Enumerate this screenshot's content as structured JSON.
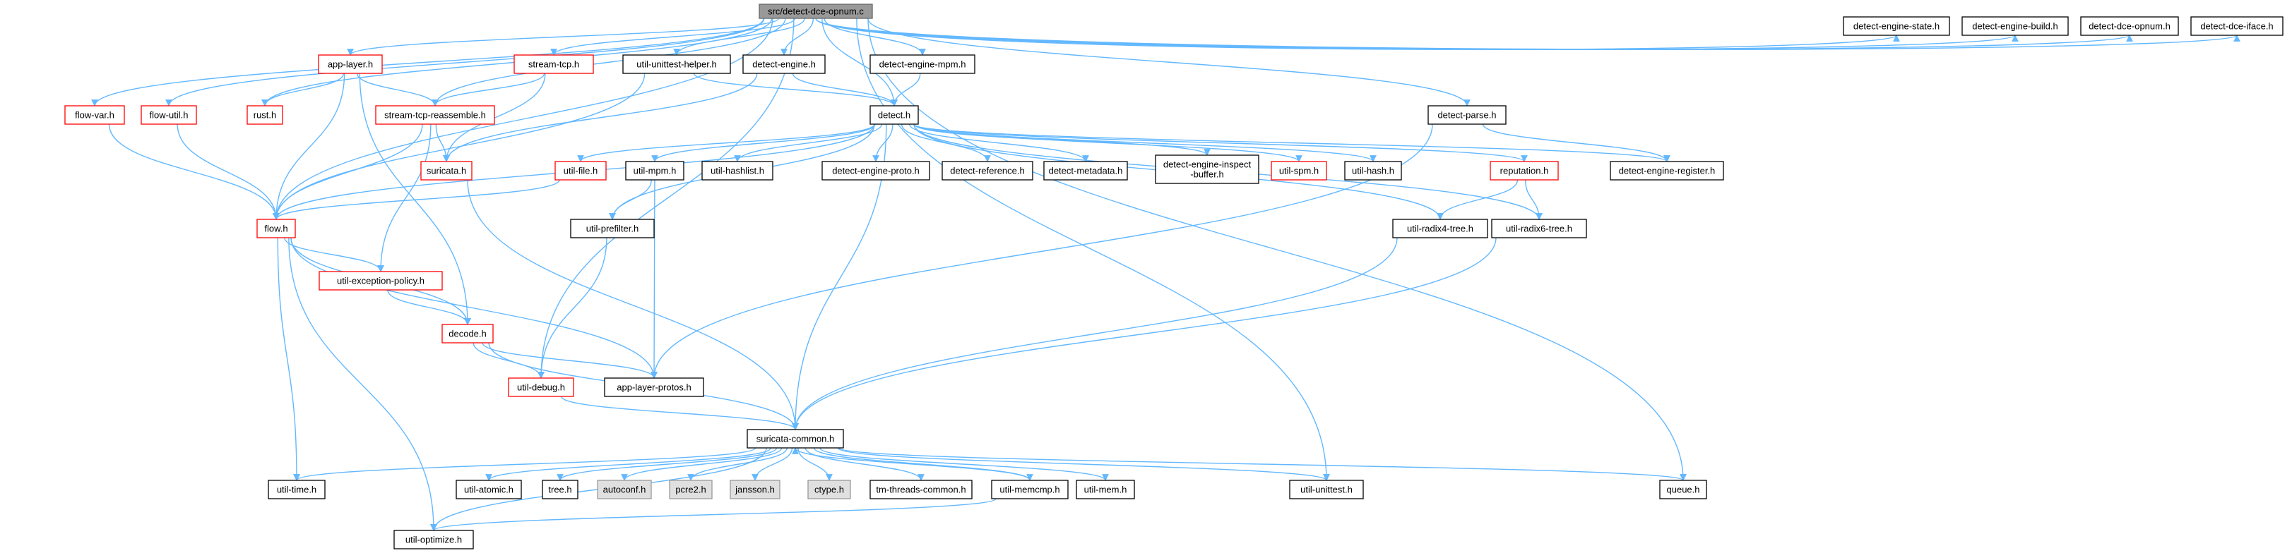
{
  "colors": {
    "edge": "#63b8ff",
    "root_fill": "#999999",
    "root_stroke": "#666666",
    "plain_stroke": "#000000",
    "incomplete_stroke": "#ff0000",
    "external_fill": "#e0e0e0",
    "external_stroke": "#999999",
    "text": "#000000"
  },
  "nodes": [
    {
      "id": "root",
      "label": "src/detect-dce-opnum.c",
      "style": "root"
    },
    {
      "id": "detect_engine_state",
      "label": "detect-engine-state.h",
      "style": "plain"
    },
    {
      "id": "detect_engine_build",
      "label": "detect-engine-build.h",
      "style": "plain"
    },
    {
      "id": "detect_dce_opnum",
      "label": "detect-dce-opnum.h",
      "style": "plain"
    },
    {
      "id": "detect_dce_iface",
      "label": "detect-dce-iface.h",
      "style": "plain"
    },
    {
      "id": "app_layer",
      "label": "app-layer.h",
      "style": "incomplete"
    },
    {
      "id": "stream_tcp",
      "label": "stream-tcp.h",
      "style": "incomplete"
    },
    {
      "id": "util_unittest_helper",
      "label": "util-unittest-helper.h",
      "style": "plain"
    },
    {
      "id": "detect_engine",
      "label": "detect-engine.h",
      "style": "plain"
    },
    {
      "id": "detect_engine_mpm",
      "label": "detect-engine-mpm.h",
      "style": "plain"
    },
    {
      "id": "flow_var",
      "label": "flow-var.h",
      "style": "incomplete"
    },
    {
      "id": "flow_util",
      "label": "flow-util.h",
      "style": "incomplete"
    },
    {
      "id": "rust",
      "label": "rust.h",
      "style": "incomplete"
    },
    {
      "id": "stream_tcp_reassemble",
      "label": "stream-tcp-reassemble.h",
      "style": "incomplete"
    },
    {
      "id": "detect",
      "label": "detect.h",
      "style": "plain"
    },
    {
      "id": "detect_parse",
      "label": "detect-parse.h",
      "style": "plain"
    },
    {
      "id": "suricata",
      "label": "suricata.h",
      "style": "incomplete"
    },
    {
      "id": "util_file",
      "label": "util-file.h",
      "style": "incomplete"
    },
    {
      "id": "util_mpm",
      "label": "util-mpm.h",
      "style": "plain"
    },
    {
      "id": "util_hashlist",
      "label": "util-hashlist.h",
      "style": "plain"
    },
    {
      "id": "detect_engine_proto",
      "label": "detect-engine-proto.h",
      "style": "plain"
    },
    {
      "id": "detect_reference",
      "label": "detect-reference.h",
      "style": "plain"
    },
    {
      "id": "detect_metadata",
      "label": "detect-metadata.h",
      "style": "plain"
    },
    {
      "id": "detect_engine_inspect_buffer",
      "label": "detect-engine-inspect\n-buffer.h",
      "style": "plain"
    },
    {
      "id": "util_spm",
      "label": "util-spm.h",
      "style": "incomplete"
    },
    {
      "id": "util_hash",
      "label": "util-hash.h",
      "style": "plain"
    },
    {
      "id": "reputation",
      "label": "reputation.h",
      "style": "incomplete"
    },
    {
      "id": "detect_engine_register",
      "label": "detect-engine-register.h",
      "style": "plain"
    },
    {
      "id": "flow",
      "label": "flow.h",
      "style": "incomplete"
    },
    {
      "id": "util_prefilter",
      "label": "util-prefilter.h",
      "style": "plain"
    },
    {
      "id": "util_radix4_tree",
      "label": "util-radix4-tree.h",
      "style": "plain"
    },
    {
      "id": "util_radix6_tree",
      "label": "util-radix6-tree.h",
      "style": "plain"
    },
    {
      "id": "util_exception_policy",
      "label": "util-exception-policy.h",
      "style": "incomplete"
    },
    {
      "id": "decode",
      "label": "decode.h",
      "style": "incomplete"
    },
    {
      "id": "util_debug",
      "label": "util-debug.h",
      "style": "incomplete"
    },
    {
      "id": "app_layer_protos",
      "label": "app-layer-protos.h",
      "style": "plain"
    },
    {
      "id": "suricata_common",
      "label": "suricata-common.h",
      "style": "plain"
    },
    {
      "id": "util_time",
      "label": "util-time.h",
      "style": "plain"
    },
    {
      "id": "util_atomic",
      "label": "util-atomic.h",
      "style": "plain"
    },
    {
      "id": "tree",
      "label": "tree.h",
      "style": "plain"
    },
    {
      "id": "autoconf",
      "label": "autoconf.h",
      "style": "external"
    },
    {
      "id": "pcre2",
      "label": "pcre2.h",
      "style": "external"
    },
    {
      "id": "jansson",
      "label": "jansson.h",
      "style": "external"
    },
    {
      "id": "ctype",
      "label": "ctype.h",
      "style": "external"
    },
    {
      "id": "tm_threads_common",
      "label": "tm-threads-common.h",
      "style": "plain"
    },
    {
      "id": "util_memcmp",
      "label": "util-memcmp.h",
      "style": "plain"
    },
    {
      "id": "util_mem",
      "label": "util-mem.h",
      "style": "plain"
    },
    {
      "id": "util_unittest",
      "label": "util-unittest.h",
      "style": "plain"
    },
    {
      "id": "queue",
      "label": "queue.h",
      "style": "plain"
    },
    {
      "id": "util_optimize",
      "label": "util-optimize.h",
      "style": "plain"
    }
  ],
  "edges": [
    [
      "root",
      "detect_engine_state"
    ],
    [
      "root",
      "detect_engine_build"
    ],
    [
      "root",
      "detect_dce_opnum"
    ],
    [
      "root",
      "detect_dce_iface"
    ],
    [
      "root",
      "app_layer"
    ],
    [
      "root",
      "stream_tcp"
    ],
    [
      "root",
      "util_unittest_helper"
    ],
    [
      "root",
      "detect_engine"
    ],
    [
      "root",
      "detect_engine_mpm"
    ],
    [
      "root",
      "flow_var"
    ],
    [
      "root",
      "flow_util"
    ],
    [
      "root",
      "rust"
    ],
    [
      "root",
      "stream_tcp_reassemble"
    ],
    [
      "root",
      "detect"
    ],
    [
      "root",
      "detect_parse"
    ],
    [
      "root",
      "flow"
    ],
    [
      "root",
      "util_debug"
    ],
    [
      "root",
      "util_unittest"
    ],
    [
      "root",
      "queue"
    ],
    [
      "app_layer",
      "rust"
    ],
    [
      "app_layer",
      "stream_tcp_reassemble"
    ],
    [
      "app_layer",
      "flow"
    ],
    [
      "app_layer",
      "decode"
    ],
    [
      "stream_tcp",
      "stream_tcp_reassemble"
    ],
    [
      "stream_tcp",
      "suricata"
    ],
    [
      "util_unittest_helper",
      "detect"
    ],
    [
      "util_unittest_helper",
      "flow"
    ],
    [
      "detect_engine",
      "detect"
    ],
    [
      "detect_engine",
      "suricata"
    ],
    [
      "detect_engine_mpm",
      "detect"
    ],
    [
      "flow_var",
      "flow"
    ],
    [
      "flow_util",
      "flow"
    ],
    [
      "stream_tcp_reassemble",
      "suricata"
    ],
    [
      "stream_tcp_reassemble",
      "flow"
    ],
    [
      "stream_tcp_reassemble",
      "util_exception_policy"
    ],
    [
      "detect",
      "flow"
    ],
    [
      "detect",
      "util_file"
    ],
    [
      "detect",
      "util_mpm"
    ],
    [
      "detect",
      "util_hashlist"
    ],
    [
      "detect",
      "detect_engine_proto"
    ],
    [
      "detect",
      "detect_reference"
    ],
    [
      "detect",
      "detect_metadata"
    ],
    [
      "detect",
      "detect_engine_inspect_buffer"
    ],
    [
      "detect",
      "util_spm"
    ],
    [
      "detect",
      "util_hash"
    ],
    [
      "detect",
      "reputation"
    ],
    [
      "detect",
      "detect_engine_register"
    ],
    [
      "detect",
      "util_prefilter"
    ],
    [
      "detect",
      "util_radix4_tree"
    ],
    [
      "detect",
      "util_radix6_tree"
    ],
    [
      "detect",
      "suricata_common"
    ],
    [
      "detect_parse",
      "detect_engine_register"
    ],
    [
      "detect_parse",
      "app_layer_protos"
    ],
    [
      "suricata",
      "suricata_common"
    ],
    [
      "util_file",
      "flow"
    ],
    [
      "util_mpm",
      "util_prefilter"
    ],
    [
      "util_mpm",
      "app_layer_protos"
    ],
    [
      "reputation",
      "util_radix4_tree"
    ],
    [
      "reputation",
      "util_radix6_tree"
    ],
    [
      "flow",
      "util_exception_policy"
    ],
    [
      "flow",
      "decode"
    ],
    [
      "flow",
      "app_layer_protos"
    ],
    [
      "flow",
      "util_time"
    ],
    [
      "flow",
      "util_optimize"
    ],
    [
      "util_prefilter",
      "util_debug"
    ],
    [
      "util_radix4_tree",
      "suricata_common"
    ],
    [
      "util_radix6_tree",
      "suricata_common"
    ],
    [
      "util_exception_policy",
      "decode"
    ],
    [
      "decode",
      "util_debug"
    ],
    [
      "decode",
      "app_layer_protos"
    ],
    [
      "decode",
      "suricata_common"
    ],
    [
      "util_debug",
      "suricata_common"
    ],
    [
      "suricata_common",
      "util_time"
    ],
    [
      "suricata_common",
      "util_atomic"
    ],
    [
      "suricata_common",
      "tree"
    ],
    [
      "suricata_common",
      "autoconf"
    ],
    [
      "suricata_common",
      "pcre2"
    ],
    [
      "suricata_common",
      "jansson"
    ],
    [
      "suricata_common",
      "ctype"
    ],
    [
      "suricata_common",
      "tm_threads_common"
    ],
    [
      "suricata_common",
      "util_memcmp"
    ],
    [
      "suricata_common",
      "util_mem"
    ],
    [
      "suricata_common",
      "util_unittest"
    ],
    [
      "suricata_common",
      "queue"
    ],
    [
      "suricata_common",
      "util_optimize"
    ],
    [
      "util_memcmp",
      "suricata_common"
    ],
    [
      "util_memcmp",
      "util_optimize"
    ]
  ]
}
